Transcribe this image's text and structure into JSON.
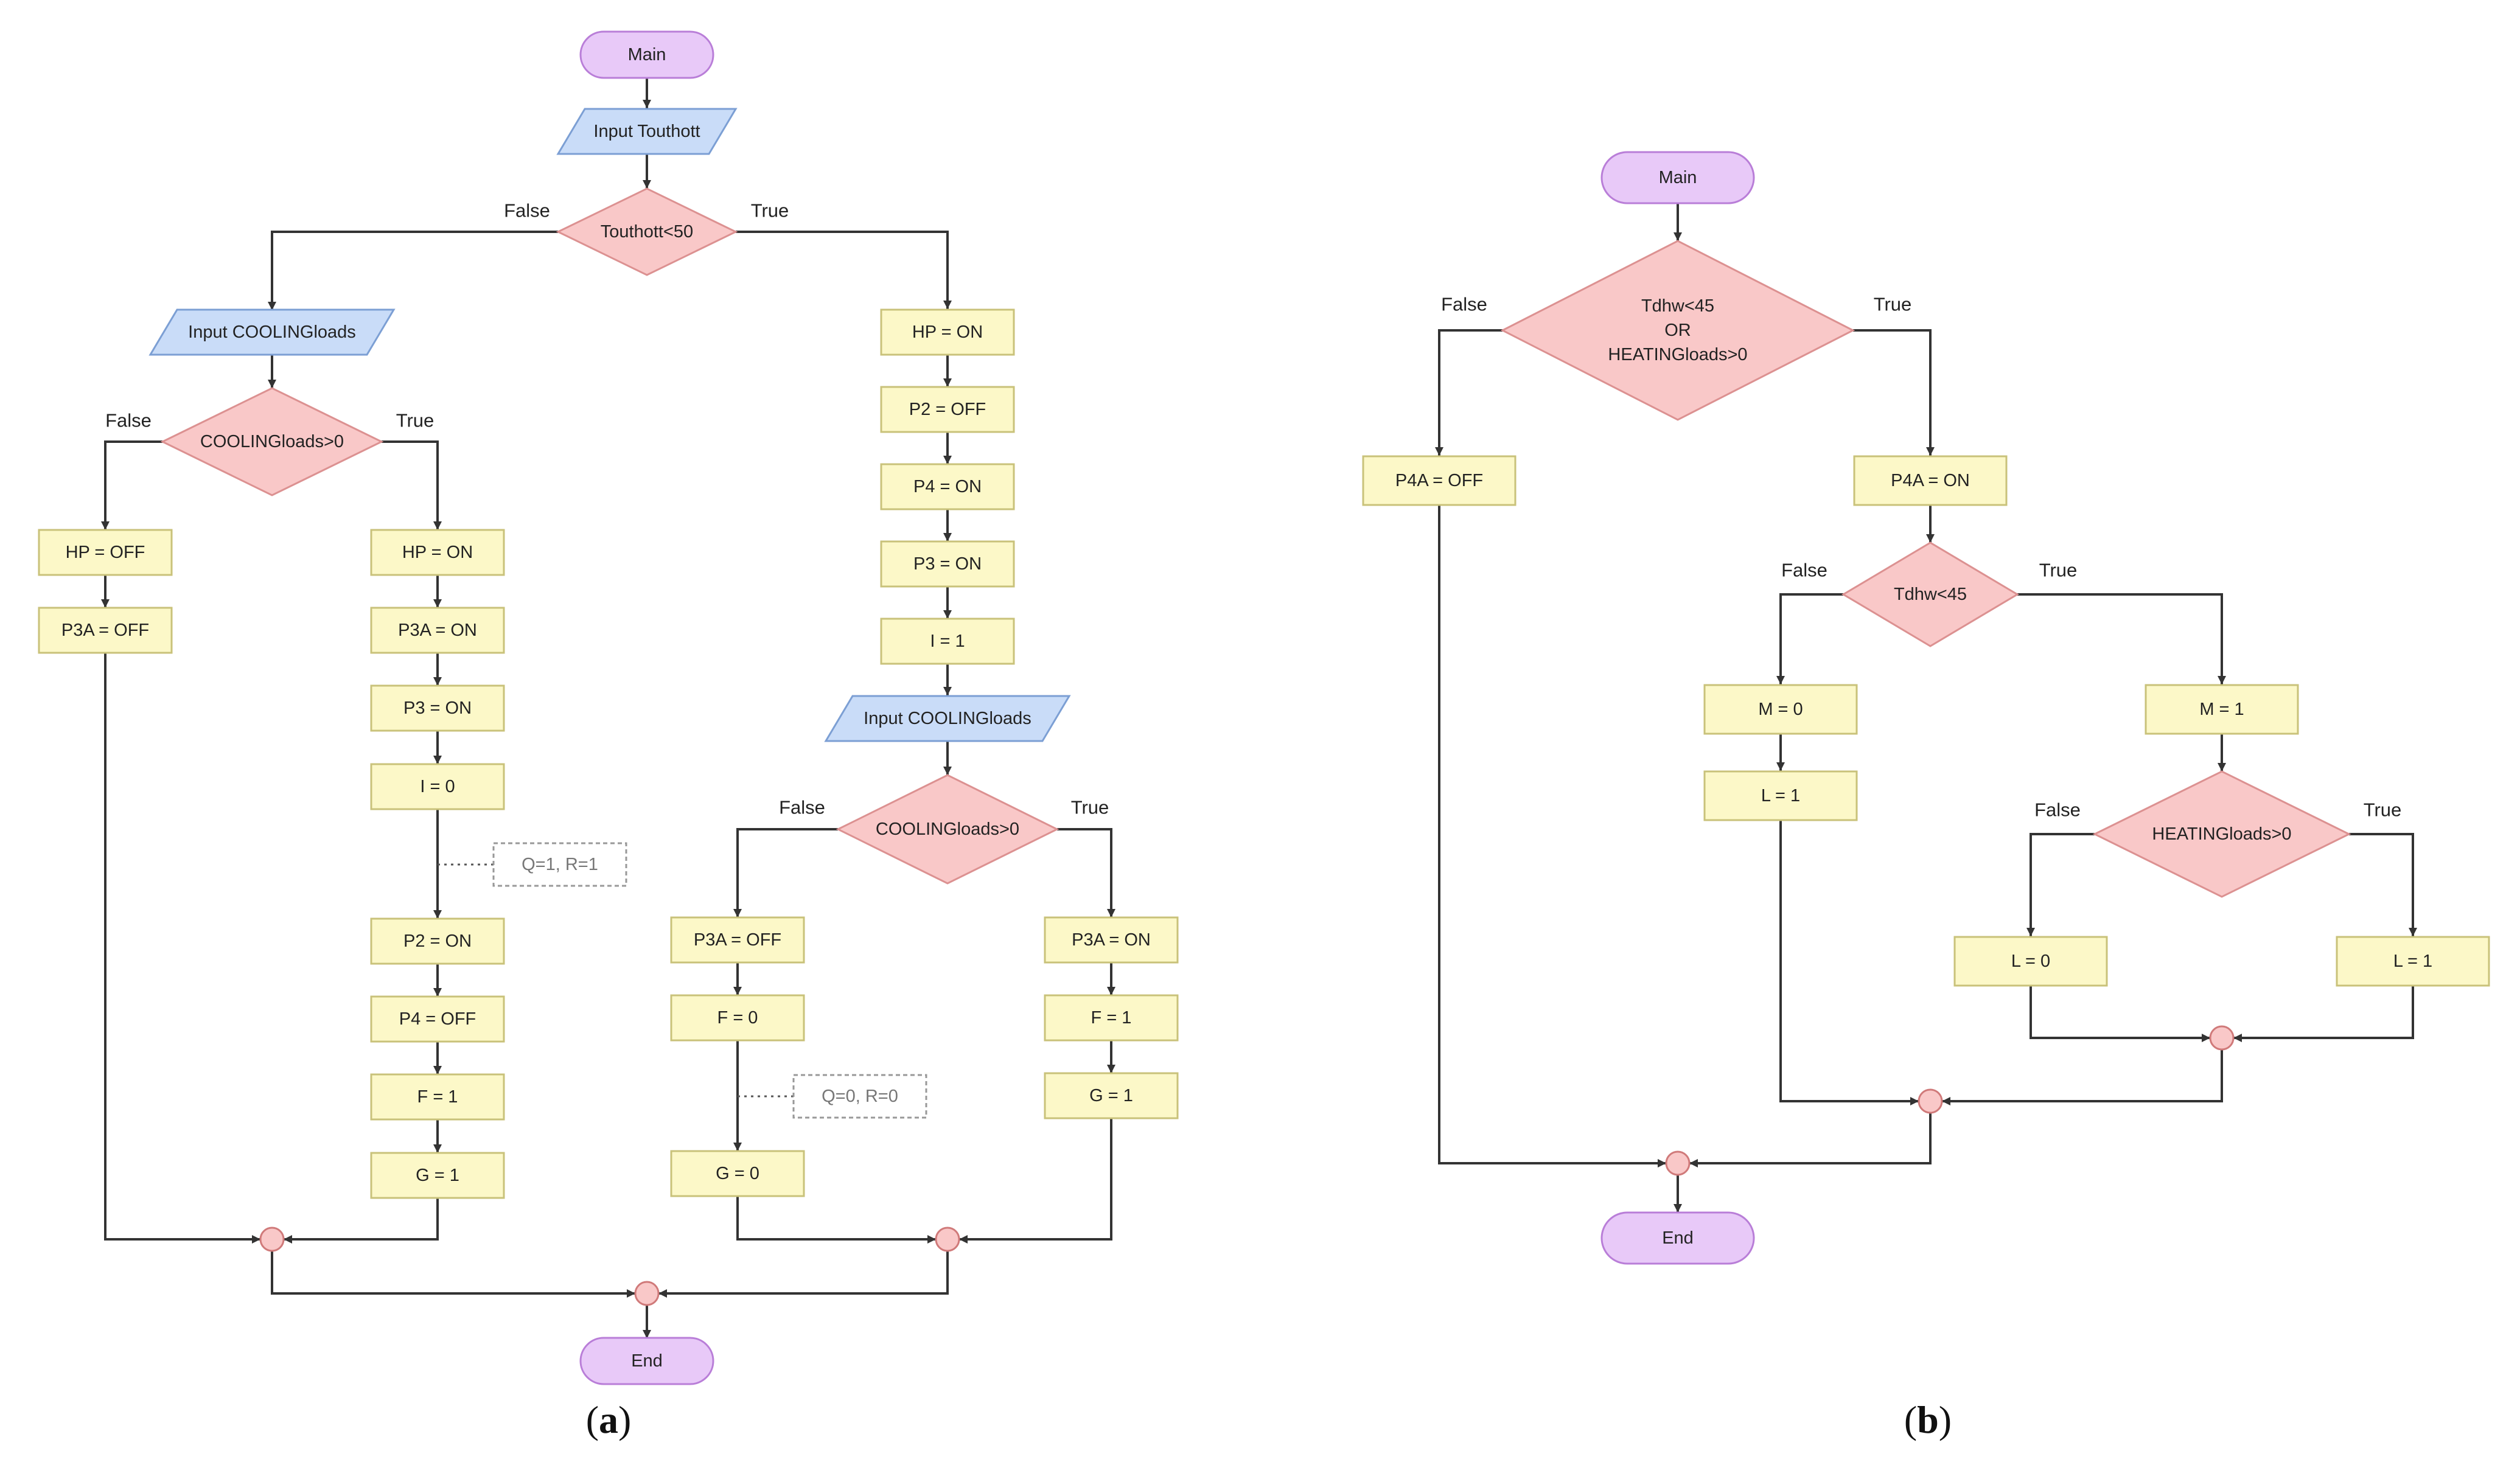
{
  "colors": {
    "terminal_fill": "#e8c9f8",
    "terminal_stroke": "#b97ed8",
    "io_fill": "#c9dcf8",
    "io_stroke": "#7c9fd4",
    "process_fill": "#fcf8c8",
    "process_stroke": "#c9c27a",
    "decision_fill": "#f9c8c8",
    "decision_stroke": "#dc9191",
    "connector_fill": "#f9c8c8",
    "connector_stroke": "#d07a7a",
    "line": "#333333",
    "note_stroke": "#999999"
  },
  "labels": {
    "true": "True",
    "false": "False"
  },
  "chart_a": {
    "main": "Main",
    "input_touthott": "Input Touthott",
    "decision_touthott": "Touthott<50",
    "left": {
      "input_cooling": "Input COOLINGloads",
      "decision_cooling": "COOLINGloads>0",
      "false_steps": [
        "HP = OFF",
        "P3A = OFF"
      ],
      "true_steps": [
        "HP = ON",
        "P3A = ON",
        "P3 = ON",
        "I = 0",
        "P2 = ON",
        "P4 = OFF",
        "F = 1",
        "G = 1"
      ],
      "note": "Q=1, R=1"
    },
    "right": {
      "steps": [
        "HP = ON",
        "P2 = OFF",
        "P4 = ON",
        "P3 = ON",
        "I = 1"
      ],
      "input_cooling": "Input COOLINGloads",
      "decision_cooling": "COOLINGloads>0",
      "false_steps": [
        "P3A = OFF",
        "F = 0",
        "G = 0"
      ],
      "true_steps": [
        "P3A = ON",
        "F = 1",
        "G = 1"
      ],
      "note": "Q=0, R=0"
    },
    "end": "End",
    "caption_letter": "a"
  },
  "chart_b": {
    "main": "Main",
    "decision_main": [
      "Tdhw<45",
      "OR",
      "HEATINGloads>0"
    ],
    "false_step": "P4A = OFF",
    "true_step": "P4A = ON",
    "decision_tdhw": "Tdhw<45",
    "tdhw_false_steps": [
      "M = 0",
      "L = 1"
    ],
    "tdhw_true_step": "M = 1",
    "decision_heating": "HEATINGloads>0",
    "heating_false_step": "L = 0",
    "heating_true_step": "L = 1",
    "end": "End",
    "caption_letter": "b"
  }
}
